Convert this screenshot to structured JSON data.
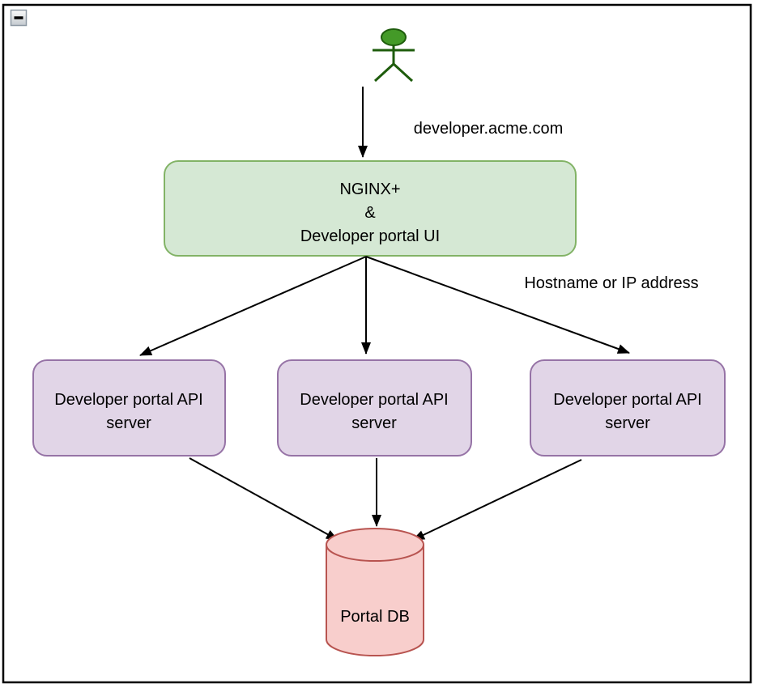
{
  "window": {
    "collapse_icon": "minus-collapse-toggle"
  },
  "colors": {
    "border": "#000000",
    "edge": "#000000",
    "text": "#000000",
    "nginx_fill": "#d5e8d4",
    "nginx_stroke": "#82b366",
    "api_fill": "#e1d5e7",
    "api_stroke": "#9673a6",
    "db_fill": "#f8cecc",
    "db_stroke": "#b85450",
    "actor_fill": "#449a28",
    "actor_stroke": "#1e5c0c",
    "button_border": "#8e99a4"
  },
  "labels": {
    "user_request": "developer.acme.com",
    "routing": "Hostname or IP address"
  },
  "nodes": {
    "nginx": {
      "lines": [
        "NGINX+",
        "&",
        "Developer portal UI"
      ]
    },
    "api_server_1": {
      "lines": [
        "Developer portal API",
        "server"
      ]
    },
    "api_server_2": {
      "lines": [
        "Developer portal API",
        "server"
      ]
    },
    "api_server_3": {
      "lines": [
        "Developer portal API",
        "server"
      ]
    },
    "portal_db": {
      "label": "Portal DB"
    }
  }
}
